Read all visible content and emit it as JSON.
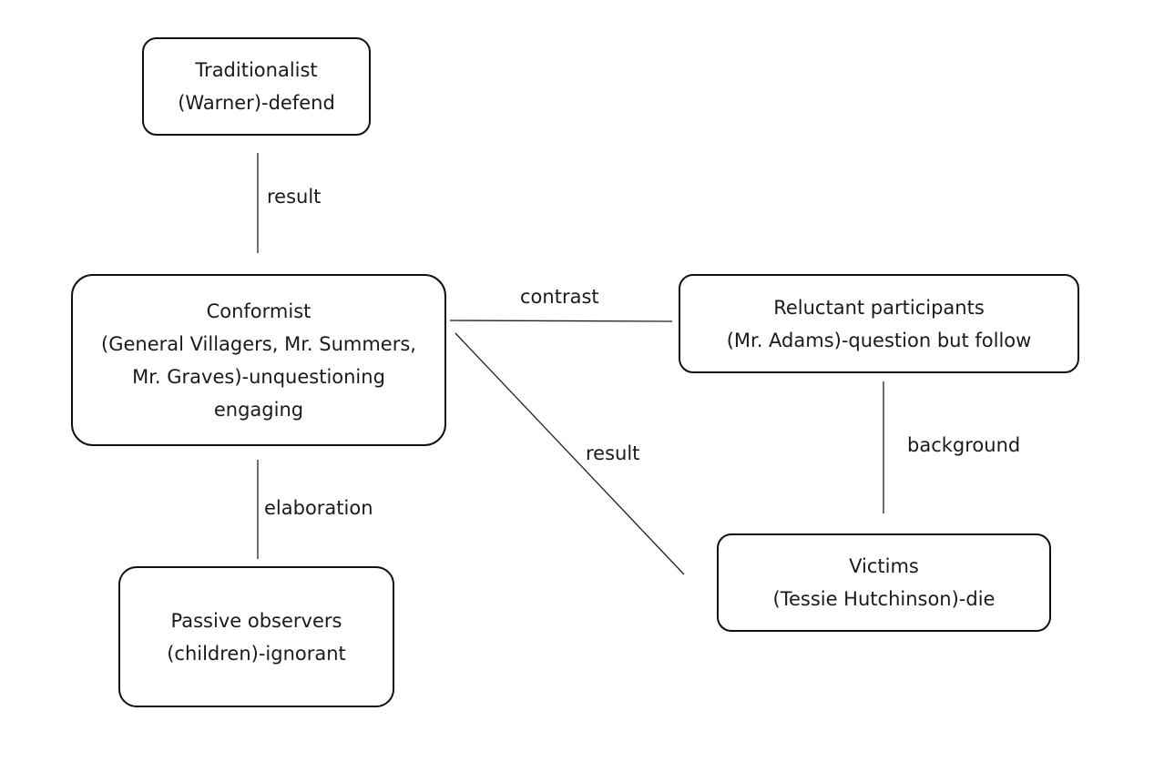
{
  "nodes": {
    "traditionalist": {
      "line1": "Traditionalist",
      "line2": "(Warner)-defend"
    },
    "conformist": {
      "line1": "Conformist",
      "line2": "(General Villagers, Mr. Summers,",
      "line3": "Mr. Graves)-unquestioning",
      "line4": "engaging"
    },
    "reluctant": {
      "line1": "Reluctant participants",
      "line2": "(Mr. Adams)-question but follow"
    },
    "passive": {
      "line1": "Passive observers",
      "line2": "(children)-ignorant"
    },
    "victims": {
      "line1": "Victims",
      "line2": "(Tessie Hutchinson)-die"
    }
  },
  "edges": {
    "traditionalist_conformist": "result",
    "conformist_reluctant": "contrast",
    "conformist_victims": "result",
    "reluctant_victims": "background",
    "conformist_passive": "elaboration"
  },
  "colors": {
    "stroke": "#111111",
    "text": "#1a1a1a",
    "background": "#ffffff"
  }
}
